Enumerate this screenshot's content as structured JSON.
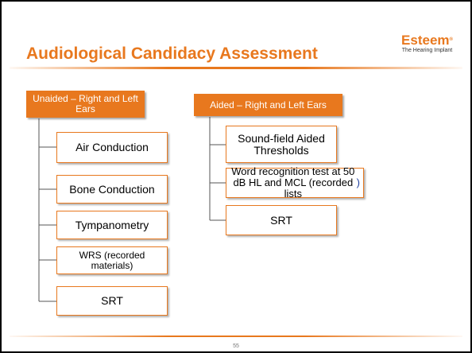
{
  "slide": {
    "title": "Audiological Candidacy Assessment",
    "page_number": "55"
  },
  "logo": {
    "name": "Esteem",
    "mark": "®",
    "tagline": "The Hearing Implant"
  },
  "colors": {
    "accent": "#E8781E",
    "frame": "#000000"
  },
  "left_group": {
    "header": "Unaided – Right and Left Ears",
    "items": [
      "Air Conduction",
      "Bone Conduction",
      "Tympanometry",
      "WRS (recorded materials)",
      "SRT"
    ]
  },
  "right_group": {
    "header": "Aided – Right and Left Ears",
    "items": [
      "Sound-field Aided Thresholds",
      "Word recognition test at 50 dB HL and MCL (recorded  lists",
      "SRT"
    ],
    "item2_trailing": ")"
  }
}
